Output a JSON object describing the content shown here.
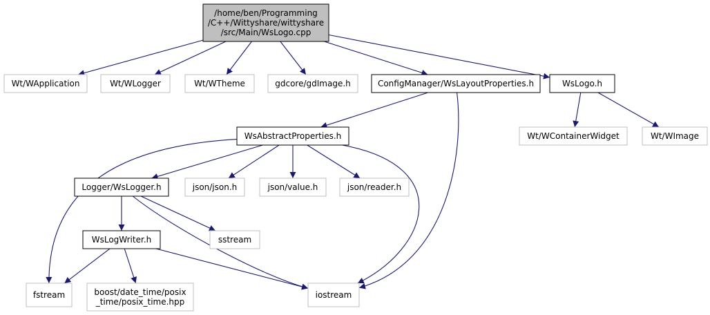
{
  "colors": {
    "edge": "#191970",
    "root_fill": "#bfbfbf",
    "root_border": "#000000",
    "local_border": "#000000",
    "external_border": "#bfbfbf",
    "background": "#ffffff"
  },
  "nodes": {
    "root": {
      "lines": [
        "/home/ben/Programming",
        "/C++/Wittyshare/wittyshare",
        "/src/Main/WsLogo.cpp"
      ],
      "kind": "root"
    },
    "wapplication": {
      "lines": [
        "Wt/WApplication"
      ],
      "kind": "external"
    },
    "wlogger": {
      "lines": [
        "Wt/WLogger"
      ],
      "kind": "external"
    },
    "wtheme": {
      "lines": [
        "Wt/WTheme"
      ],
      "kind": "external"
    },
    "gdimage": {
      "lines": [
        "gdcore/gdImage.h"
      ],
      "kind": "external"
    },
    "layoutprops": {
      "lines": [
        "ConfigManager/WsLayoutProperties.h"
      ],
      "kind": "local"
    },
    "wslogo": {
      "lines": [
        "WsLogo.h"
      ],
      "kind": "local"
    },
    "abstractprops": {
      "lines": [
        "WsAbstractProperties.h"
      ],
      "kind": "local"
    },
    "wcontainer": {
      "lines": [
        "Wt/WContainerWidget"
      ],
      "kind": "external"
    },
    "wimage": {
      "lines": [
        "Wt/WImage"
      ],
      "kind": "external"
    },
    "loggerws": {
      "lines": [
        "Logger/WsLogger.h"
      ],
      "kind": "local"
    },
    "jsonjson": {
      "lines": [
        "json/json.h"
      ],
      "kind": "external"
    },
    "jsonvalue": {
      "lines": [
        "json/value.h"
      ],
      "kind": "external"
    },
    "jsonreader": {
      "lines": [
        "json/reader.h"
      ],
      "kind": "external"
    },
    "sstream": {
      "lines": [
        "sstream"
      ],
      "kind": "external"
    },
    "logwriter": {
      "lines": [
        "WsLogWriter.h"
      ],
      "kind": "local"
    },
    "fstream": {
      "lines": [
        "fstream"
      ],
      "kind": "external"
    },
    "posixtime": {
      "lines": [
        "boost/date_time/posix",
        "_time/posix_time.hpp"
      ],
      "kind": "external"
    },
    "iostream": {
      "lines": [
        "iostream"
      ],
      "kind": "external"
    }
  },
  "edges": [
    [
      "root",
      "wapplication"
    ],
    [
      "root",
      "wlogger"
    ],
    [
      "root",
      "wtheme"
    ],
    [
      "root",
      "gdimage"
    ],
    [
      "root",
      "layoutprops"
    ],
    [
      "root",
      "wslogo"
    ],
    [
      "layoutprops",
      "abstractprops"
    ],
    [
      "layoutprops",
      "iostream"
    ],
    [
      "wslogo",
      "wcontainer"
    ],
    [
      "wslogo",
      "wimage"
    ],
    [
      "abstractprops",
      "fstream"
    ],
    [
      "abstractprops",
      "loggerws"
    ],
    [
      "abstractprops",
      "jsonjson"
    ],
    [
      "abstractprops",
      "jsonvalue"
    ],
    [
      "abstractprops",
      "jsonreader"
    ],
    [
      "abstractprops",
      "iostream"
    ],
    [
      "loggerws",
      "logwriter"
    ],
    [
      "loggerws",
      "sstream"
    ],
    [
      "loggerws",
      "iostream"
    ],
    [
      "logwriter",
      "fstream"
    ],
    [
      "logwriter",
      "posixtime"
    ],
    [
      "logwriter",
      "iostream"
    ]
  ]
}
